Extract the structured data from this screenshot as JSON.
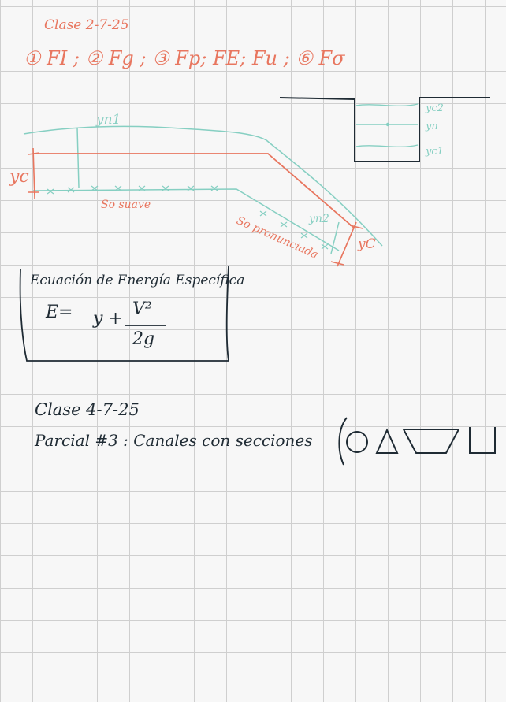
{
  "colors": {
    "orange": "#e8765f",
    "teal": "#86cfc2",
    "dark": "#1f2b34",
    "grid": "#cfcfcf"
  },
  "note1": {
    "date": "Clase 2-7-25",
    "forces": "① FI ; ② Fg ; ③ Fp; FE; Fu ; ⑥ Fσ"
  },
  "diagram": {
    "yn1": "yn1",
    "yc_left": "yc",
    "so_suave": "So suave",
    "so_pronunciada": "So pronunciada",
    "yn2": "yn2",
    "yc_right": "yC",
    "section_yc2": "yc2",
    "section_yn": "yn",
    "section_yc1": "yc1"
  },
  "box": {
    "title": "Ecuación de Energía Específica",
    "eq_lhs": "E=",
    "eq_y": "y +",
    "eq_num": "V²",
    "eq_den": "2g"
  },
  "note2": {
    "date": "Clase 4-7-25",
    "line": "Parcial #3 : Canales con secciones"
  }
}
